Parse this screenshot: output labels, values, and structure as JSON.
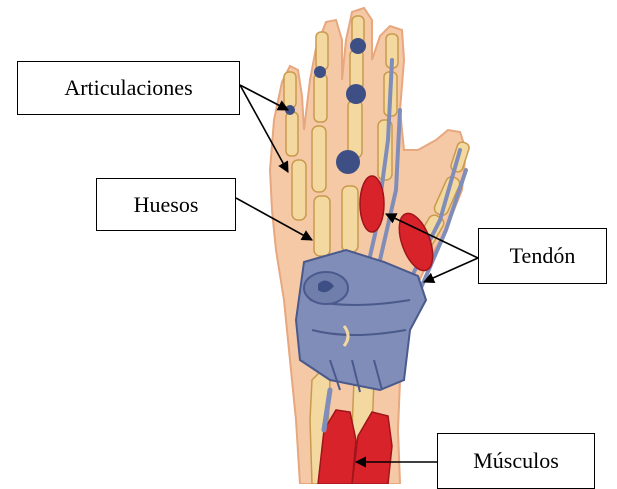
{
  "labels": {
    "articulaciones": "Articulaciones",
    "huesos": "Huesos",
    "tendon": "Tendón",
    "musculos": "Músculos"
  },
  "colors": {
    "skin": "#f6c9a6",
    "skin_outline": "#e7a77f",
    "bone": "#f3d9a0",
    "bone_outline": "#c99a4e",
    "ligament": "#7f8db8",
    "ligament_dark": "#4a5a8c",
    "joint": "#3e4f86",
    "muscle": "#d8232a",
    "muscle_dark": "#a0141b",
    "line": "#000000"
  }
}
